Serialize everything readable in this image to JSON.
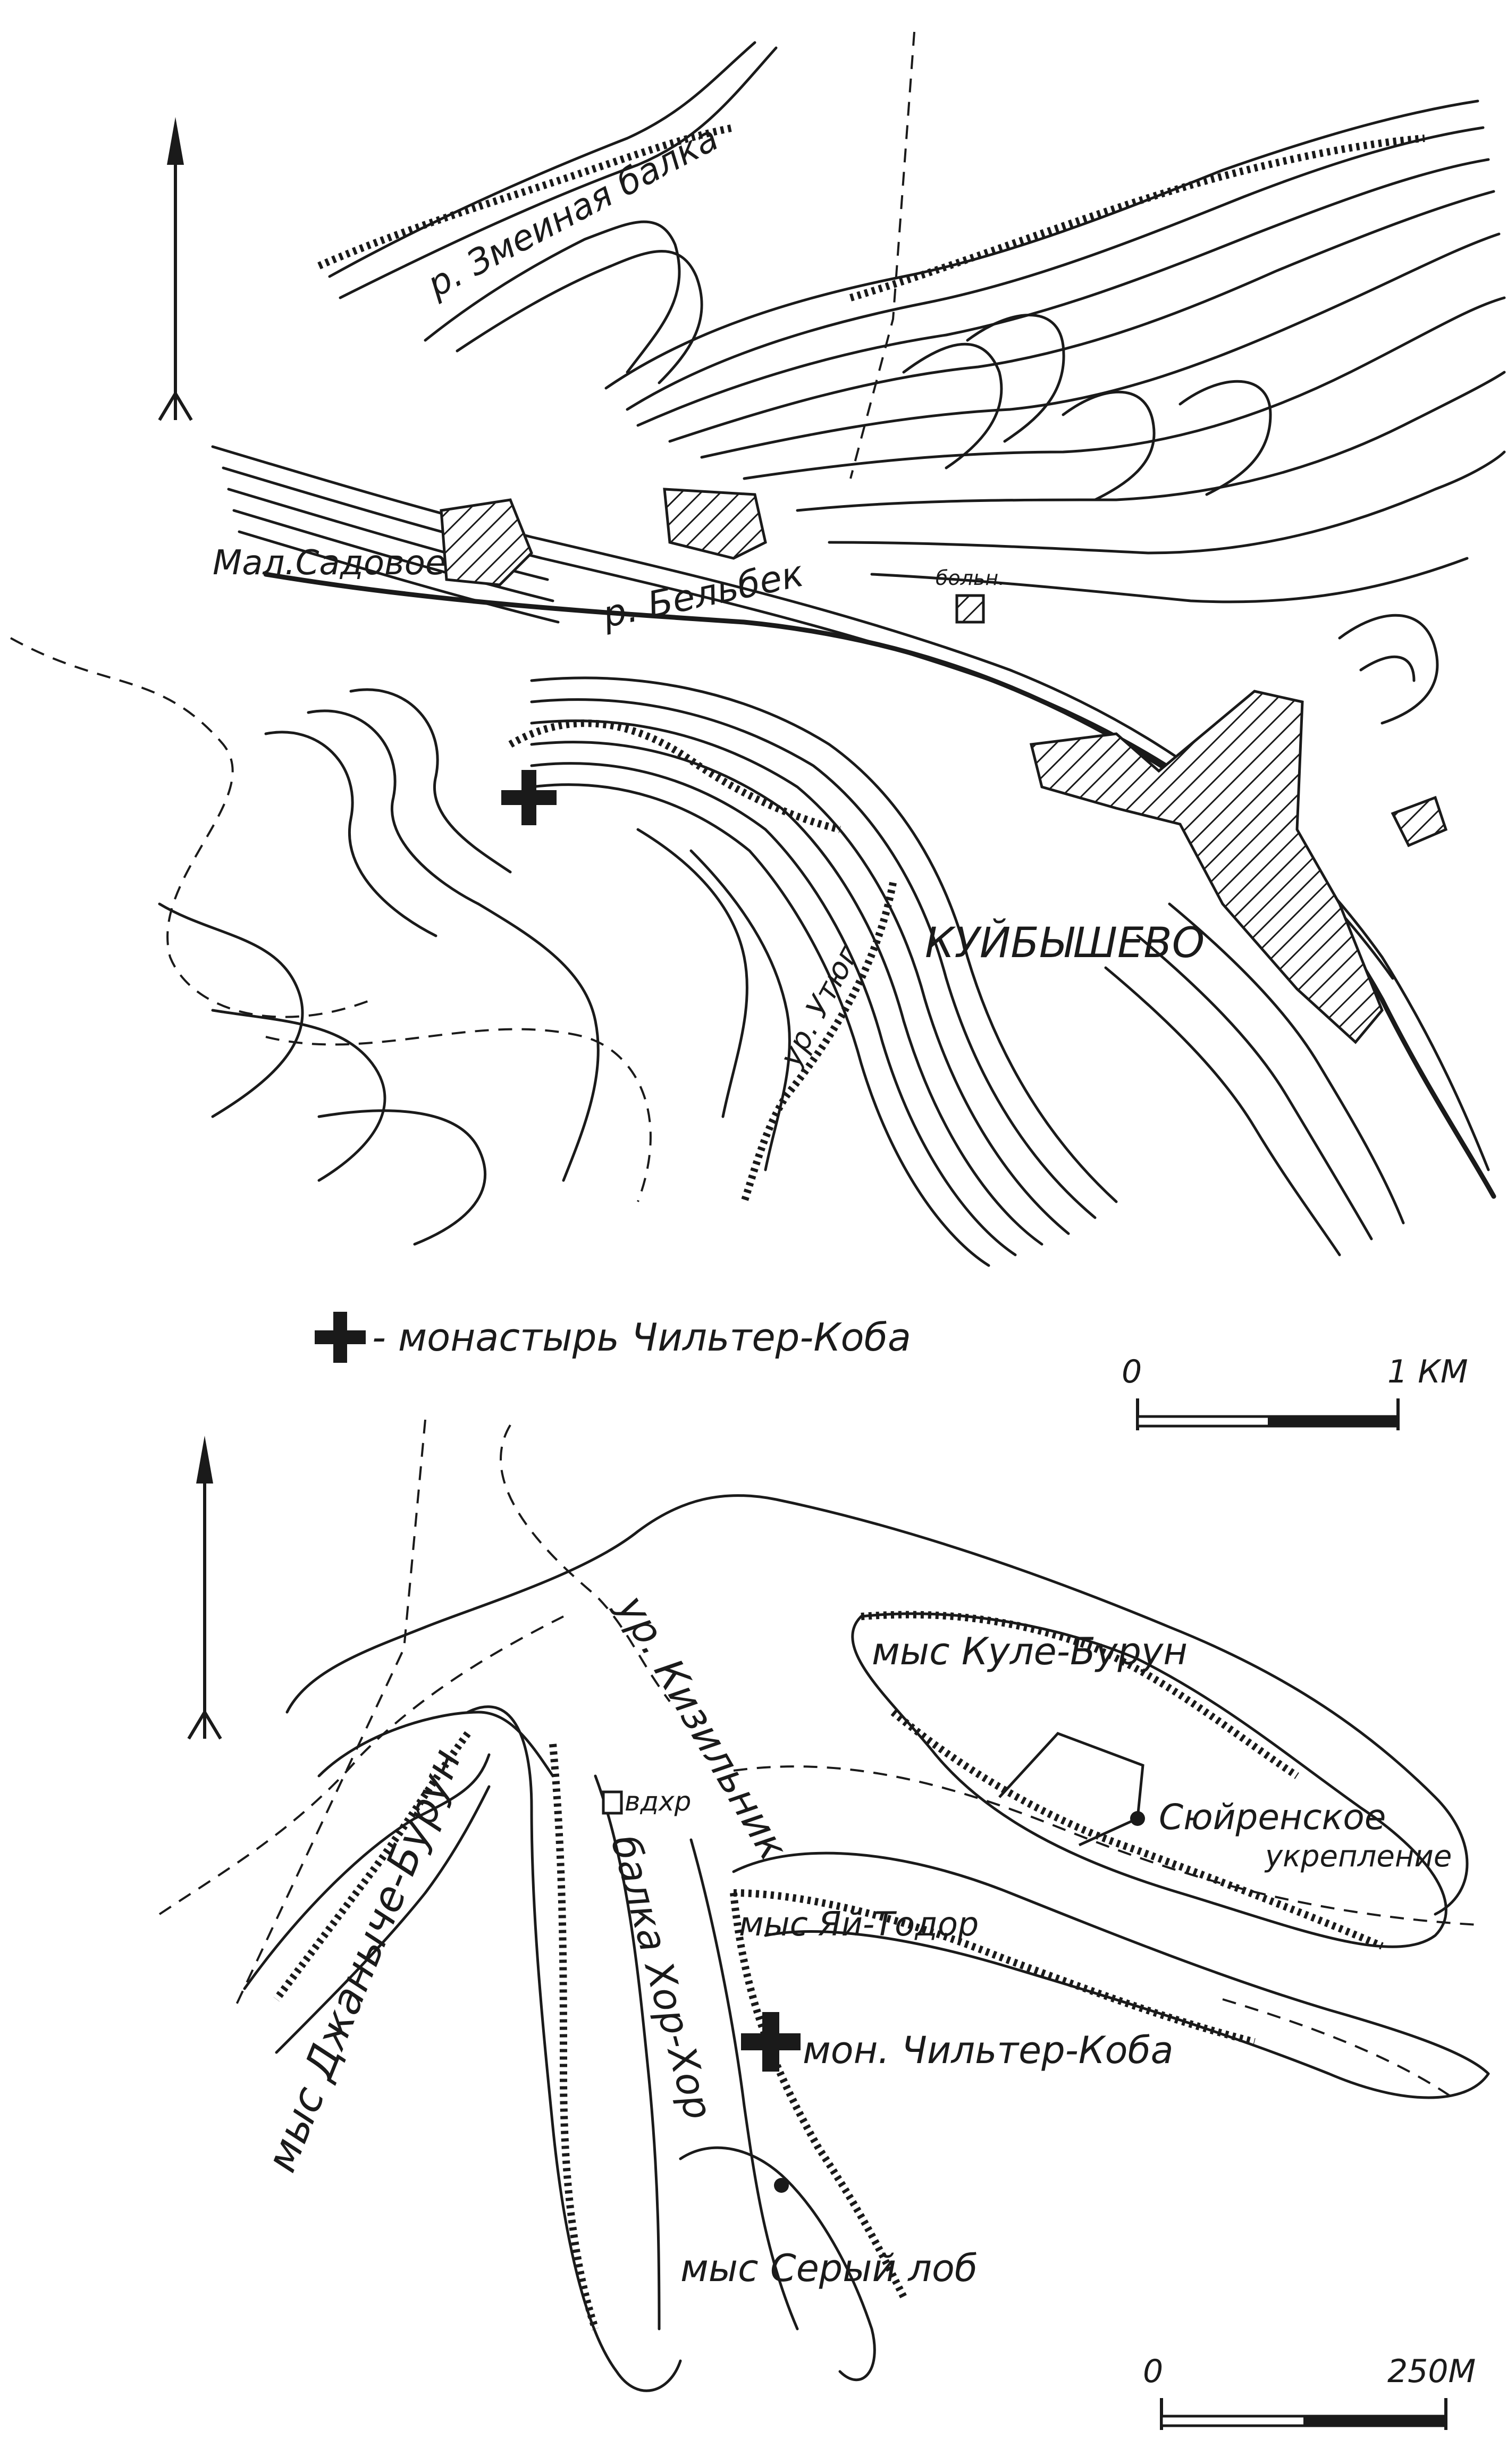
{
  "top_map": {
    "place_labels": {
      "zmeinaya": "р. Змеиная балка",
      "mal_sadovoe": "Мал.Садовое",
      "belbek": "р. Бельбек",
      "bolnitsa": "больн.",
      "kuibyshevo": "КУЙБЫШЕВО",
      "utyug": "ур. Утюг"
    },
    "legend": {
      "symbol": "✚",
      "text": "- монастырь Чильтер-Коба"
    },
    "scale": {
      "zero": "0",
      "max": "1 КМ"
    }
  },
  "bottom_map": {
    "place_labels": {
      "kizilnik": "ур. Кизильник",
      "kule_burun": "мыс Куле-Бурун",
      "syuren_1": "Сюйренское",
      "syuren_2": "укрепление",
      "vdkhr": "вдхр",
      "yai_todor": "мыс Яй-Тодор",
      "chilter_koba": "мон. Чильтер-Коба",
      "dzhanyche": "мыс Джаныче-Бурун",
      "khor_khor": "балка Хор-Хор",
      "seryi_lob": "мыс Серый лоб"
    },
    "scale": {
      "zero": "0",
      "max": "250М"
    }
  },
  "icons": {
    "north_arrow": "north-arrow-icon",
    "monastery": "monastery-cross-icon"
  },
  "colors": {
    "ink": "#1a1a1a",
    "paper": "#ffffff"
  }
}
